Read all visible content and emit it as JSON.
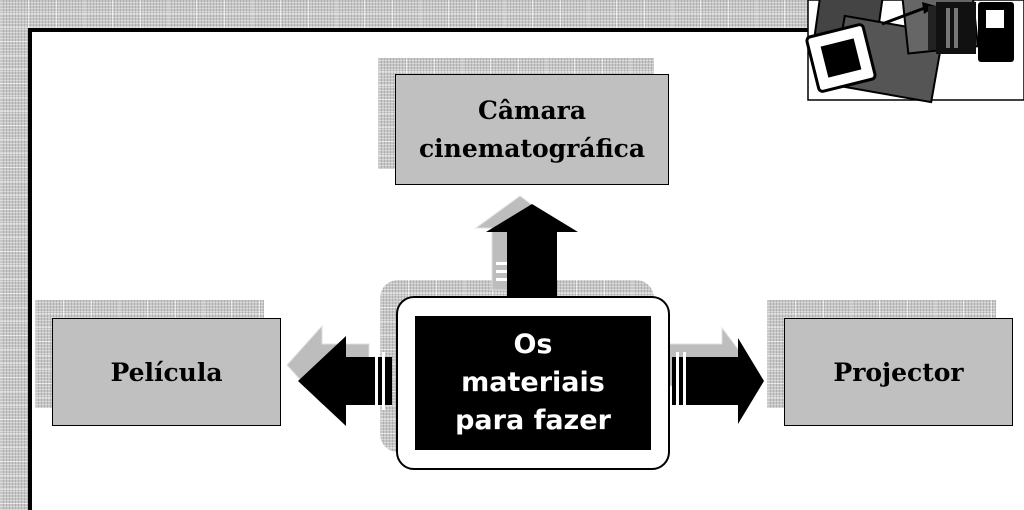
{
  "diagram": {
    "center": {
      "lines": [
        "Os",
        "materiais",
        "para fazer"
      ]
    },
    "top_box": {
      "lines": [
        "Câmara",
        "cinematográfica"
      ]
    },
    "left_box": {
      "label": "Película"
    },
    "right_box": {
      "label": "Projector"
    }
  },
  "colors": {
    "box_fill": "#c0c0c0",
    "center_fill": "#000000",
    "center_text": "#ffffff",
    "frame": "#000000"
  }
}
